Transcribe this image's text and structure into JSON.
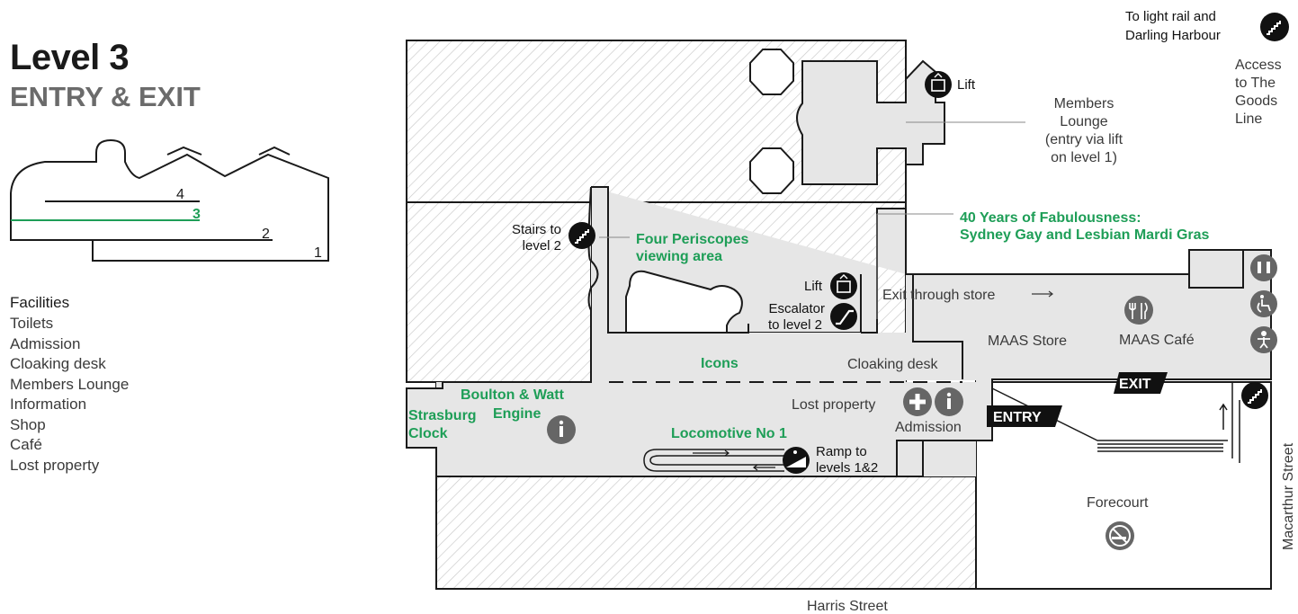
{
  "header": {
    "title": "Level 3",
    "subtitle": "ENTRY & EXIT"
  },
  "level_diagram": {
    "levels": [
      "4",
      "3",
      "2",
      "1"
    ],
    "current": "3"
  },
  "facilities": {
    "heading": "Facilities",
    "items": [
      "Toilets",
      "Admission",
      "Cloaking desk",
      "Members Lounge",
      "Information",
      "Shop",
      "Café",
      "Lost property"
    ]
  },
  "map": {
    "labels": {
      "light_rail_1": "To light rail and",
      "light_rail_2": "Darling Harbour",
      "goods_line_1": "Access",
      "goods_line_2": "to The",
      "goods_line_3": "Goods",
      "goods_line_4": "Line",
      "lift_top": "Lift",
      "members_1": "Members",
      "members_2": "Lounge",
      "members_3": "(entry via lift",
      "members_4": "on level 1)",
      "stairs_1": "Stairs to",
      "stairs_2": "level 2",
      "periscopes_1": "Four Periscopes",
      "periscopes_2": "viewing area",
      "fabulous_1": "40 Years of Fabulousness:",
      "fabulous_2": "Sydney Gay and Lesbian Mardi Gras",
      "lift_mid": "Lift",
      "escalator_1": "Escalator",
      "escalator_2": "to level 2",
      "exit_store": "Exit through store",
      "maas_store": "MAAS Store",
      "maas_cafe": "MAAS Café",
      "icons": "Icons",
      "cloaking": "Cloaking desk",
      "exit_badge": "EXIT",
      "boulton_1": "Boulton & Watt",
      "boulton_2": "Engine",
      "strasburg_1": "Strasburg",
      "strasburg_2": "Clock",
      "lost_property": "Lost property",
      "admission": "Admission",
      "entry_badge": "ENTRY",
      "locomotive": "Locomotive No 1",
      "ramp_1": "Ramp to",
      "ramp_2": "levels 1&2",
      "forecourt": "Forecourt",
      "harris": "Harris Street",
      "macarthur": "Macarthur Street"
    },
    "colors": {
      "floor": "#e6e6e6",
      "hatch": "#c8c8c8",
      "outline": "#1a1a1a",
      "green": "#1e9e57",
      "icon_dark": "#111111",
      "icon_grey": "#6b6b6b"
    },
    "icons": {
      "stairs": "stairs-icon",
      "lift": "lift-icon",
      "escalator": "escalator-icon",
      "toilets": "toilets-icon",
      "accessible": "accessible-icon",
      "baby_change": "baby-change-icon",
      "cafe": "cafe-icon",
      "admission": "admission-cross-icon",
      "information": "info-icon",
      "ramp": "ramp-icon",
      "no_smoking": "no-smoking-icon"
    }
  }
}
